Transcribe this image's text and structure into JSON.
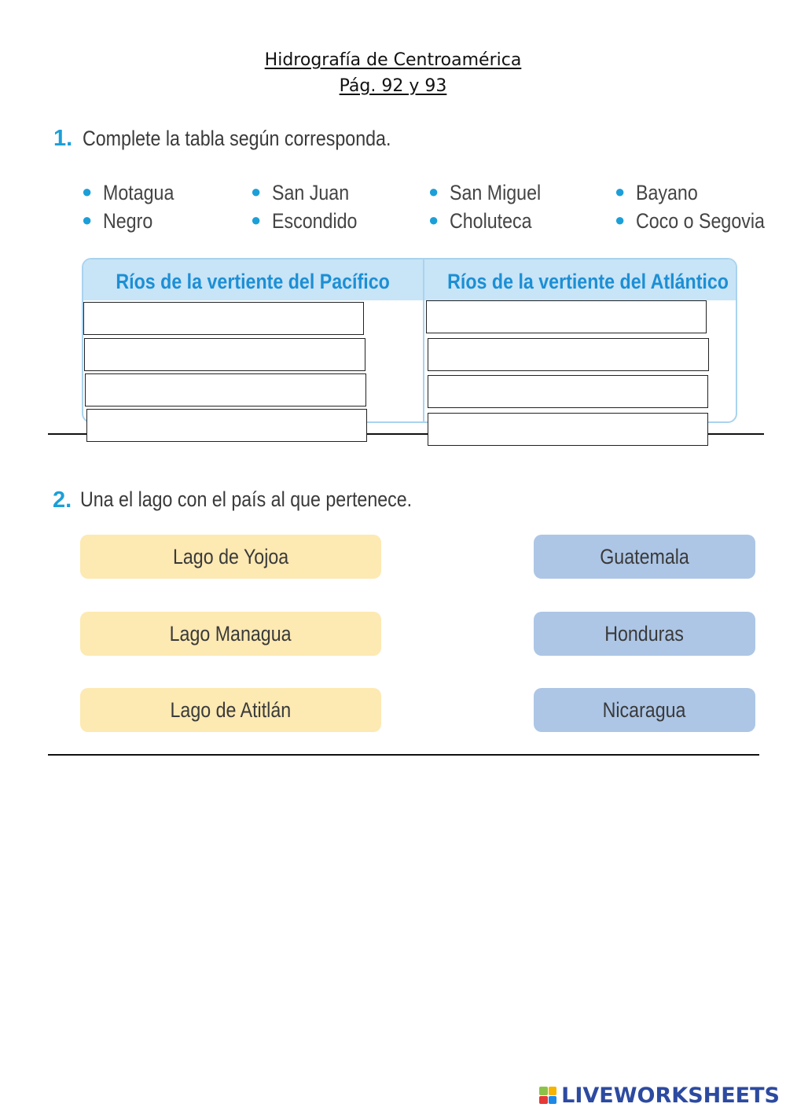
{
  "header": {
    "title": "Hidrografía de Centroamérica",
    "pages": "Pág. 92 y 93"
  },
  "question1": {
    "number": "1.",
    "prompt": "Complete la tabla según corresponda.",
    "rivers": [
      "Motagua",
      "Negro",
      "San Juan",
      "Escondido",
      "San Miguel",
      "Choluteca",
      "Bayano",
      "Coco o Segovia"
    ],
    "table_headers": {
      "pacific": "Ríos de la vertiente del Pacífico",
      "atlantic": "Ríos de la vertiente del Atlántico"
    },
    "pacific_answers": [
      "",
      "",
      "",
      ""
    ],
    "atlantic_answers": [
      "",
      "",
      "",
      ""
    ]
  },
  "question2": {
    "number": "2.",
    "prompt": "Una el lago con el país al que pertenece.",
    "lakes": [
      "Lago de Yojoa",
      "Lago Managua",
      "Lago de Atitlán"
    ],
    "countries": [
      "Guatemala",
      "Honduras",
      "Nicaragua"
    ]
  },
  "footer": {
    "brand": "LIVEWORKSHEETS"
  },
  "colors": {
    "accent_blue": "#1c9fd8",
    "header_fill": "#c8e4f7",
    "lake_fill": "#fde9b2",
    "country_fill": "#adc6e6",
    "brand": "#2c4aa0"
  }
}
